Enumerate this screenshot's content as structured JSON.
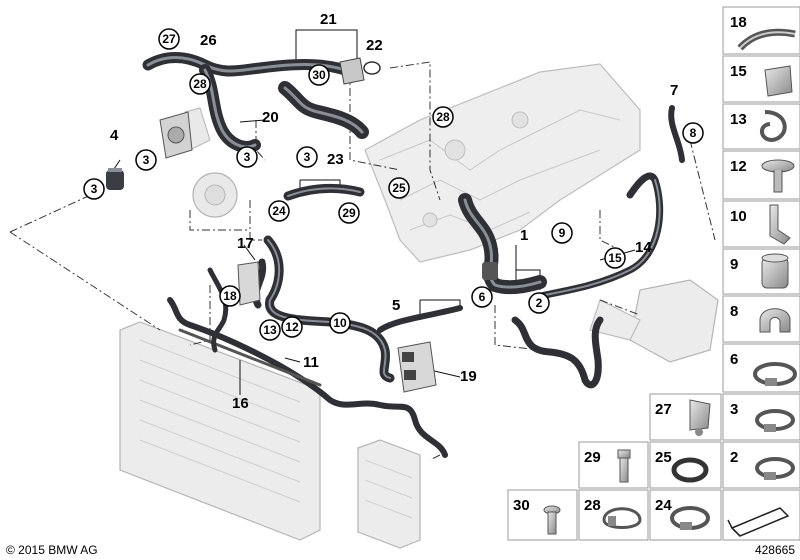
{
  "labels": {
    "l1": "1",
    "l4": "4",
    "l5": "5",
    "l7": "7",
    "l11": "11",
    "l14": "14",
    "l16": "16",
    "l17": "17",
    "l19": "19",
    "l20": "20",
    "l21": "21",
    "l22": "22",
    "l23": "23",
    "l26": "26"
  },
  "callouts": {
    "c27": "27",
    "c28a": "28",
    "c28b": "28",
    "c30": "30",
    "c3a": "3",
    "c3b": "3",
    "c3c": "3",
    "c3d": "3",
    "c8": "8",
    "c9": "9",
    "c15": "15",
    "c25": "25",
    "c24": "24",
    "c29": "29",
    "c18": "18",
    "c13": "13",
    "c12": "12",
    "c10": "10",
    "c6": "6",
    "c2": "2"
  },
  "parts": {
    "p18": "18",
    "p15": "15",
    "p13": "13",
    "p12": "12",
    "p10": "10",
    "p9": "9",
    "p8": "8",
    "p6": "6",
    "p27": "27",
    "p3": "3",
    "p29": "29",
    "p25": "25",
    "p2": "2",
    "p30": "30",
    "p28": "28",
    "p24": "24"
  },
  "footer": {
    "copyright": "© 2015 BMW AG",
    "diagram_number": "428665"
  },
  "colors": {
    "hose_dark": "#3a3d44",
    "hose_highlight": "#8a8e96",
    "ghost_part": "#e6e6e6",
    "ghost_stroke": "#b8b8b8",
    "box_border": "#9a9a9a"
  }
}
